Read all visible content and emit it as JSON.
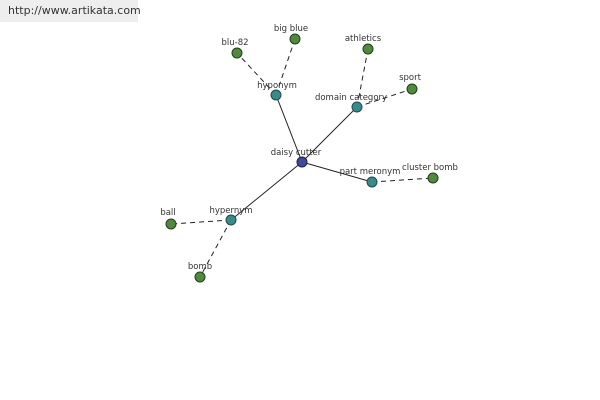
{
  "source_link": "http://www.artikata.com",
  "graph": {
    "center": "daisy cutter",
    "relations": {
      "hyponym": "hyponym",
      "domain_category": "domain category",
      "part_meronym": "part meronym",
      "hypernym": "hypernym"
    },
    "terms": {
      "big_blue": "big blue",
      "blu_82": "blu-82",
      "athletics": "athletics",
      "sport": "sport",
      "cluster_bomb": "cluster bomb",
      "ball": "ball",
      "bomb": "bomb"
    }
  },
  "colors": {
    "center_node": "#3f4a9a",
    "relation_node": "#3a8a8a",
    "term_node": "#4f8a3e",
    "edge": "#222222"
  }
}
